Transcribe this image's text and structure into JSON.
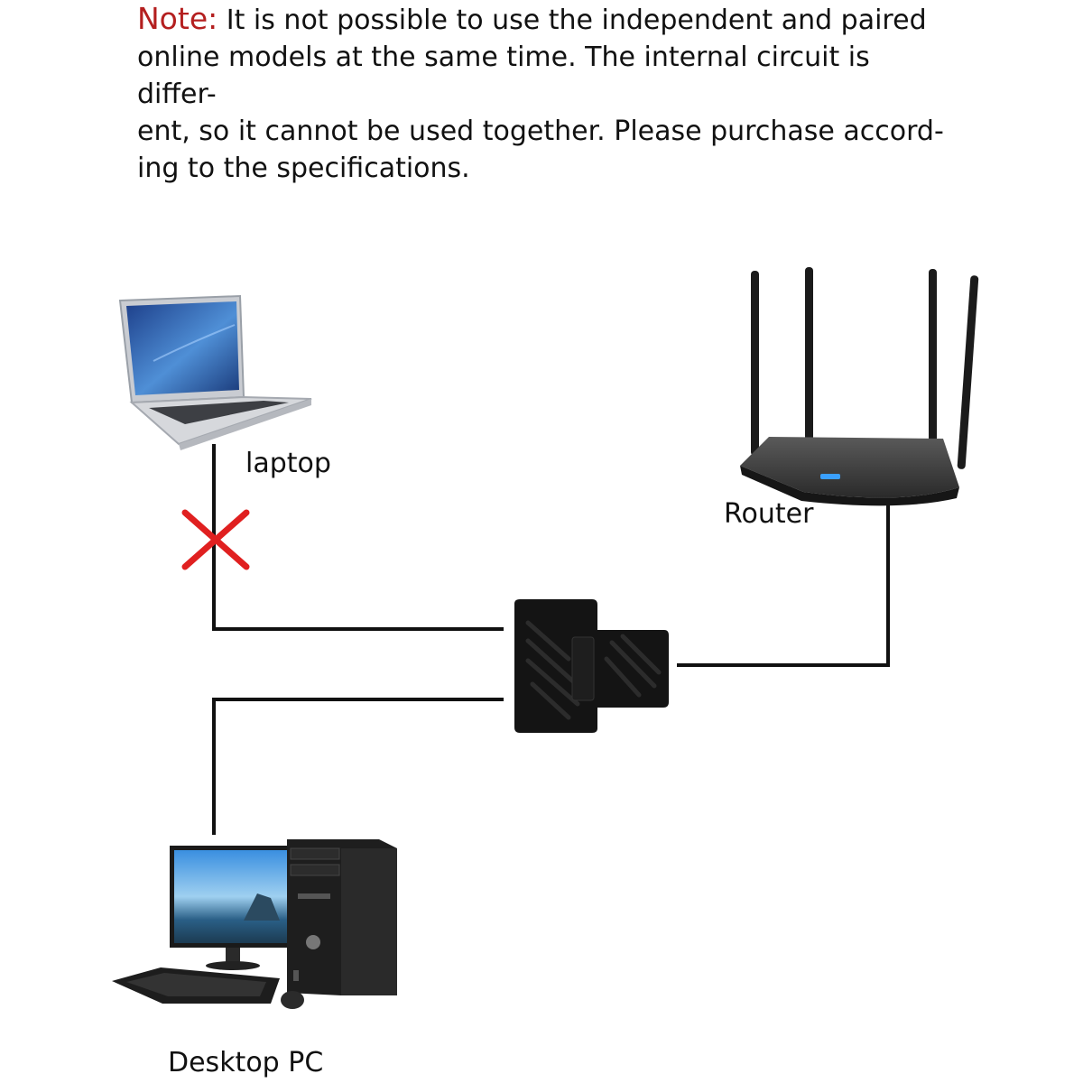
{
  "note": {
    "label": "Note:",
    "lines": [
      " It is not possible to use the independent and paired",
      "online models at the same time. The internal circuit is differ-",
      "ent, so it cannot be used together. Please purchase accord-",
      "ing to the specifications."
    ]
  },
  "devices": {
    "laptop": {
      "label": "laptop",
      "icon": "laptop-icon"
    },
    "router": {
      "label": "Router",
      "icon": "router-icon"
    },
    "desktop": {
      "label": "Desktop PC",
      "icon": "desktop-pc-icon"
    },
    "splitter": {
      "icon": "rj45-splitter-icon"
    }
  },
  "indicators": {
    "blocked_mark": {
      "icon": "red-x-icon",
      "color": "#e02020"
    }
  },
  "colors": {
    "note_label": "#b41f1f",
    "cable": "#111111"
  }
}
